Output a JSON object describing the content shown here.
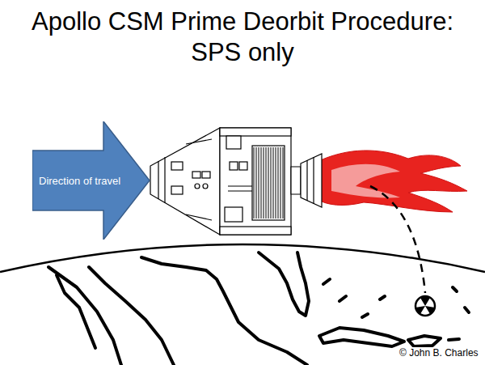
{
  "diagram": {
    "title": "Apollo CSM Prime Deorbit Procedure: SPS only",
    "nodes": [
      {
        "text": [
          "Direction of travel"
        ]
      }
    ],
    "labels": [
      "© John B. Charles"
    ]
  }
}
